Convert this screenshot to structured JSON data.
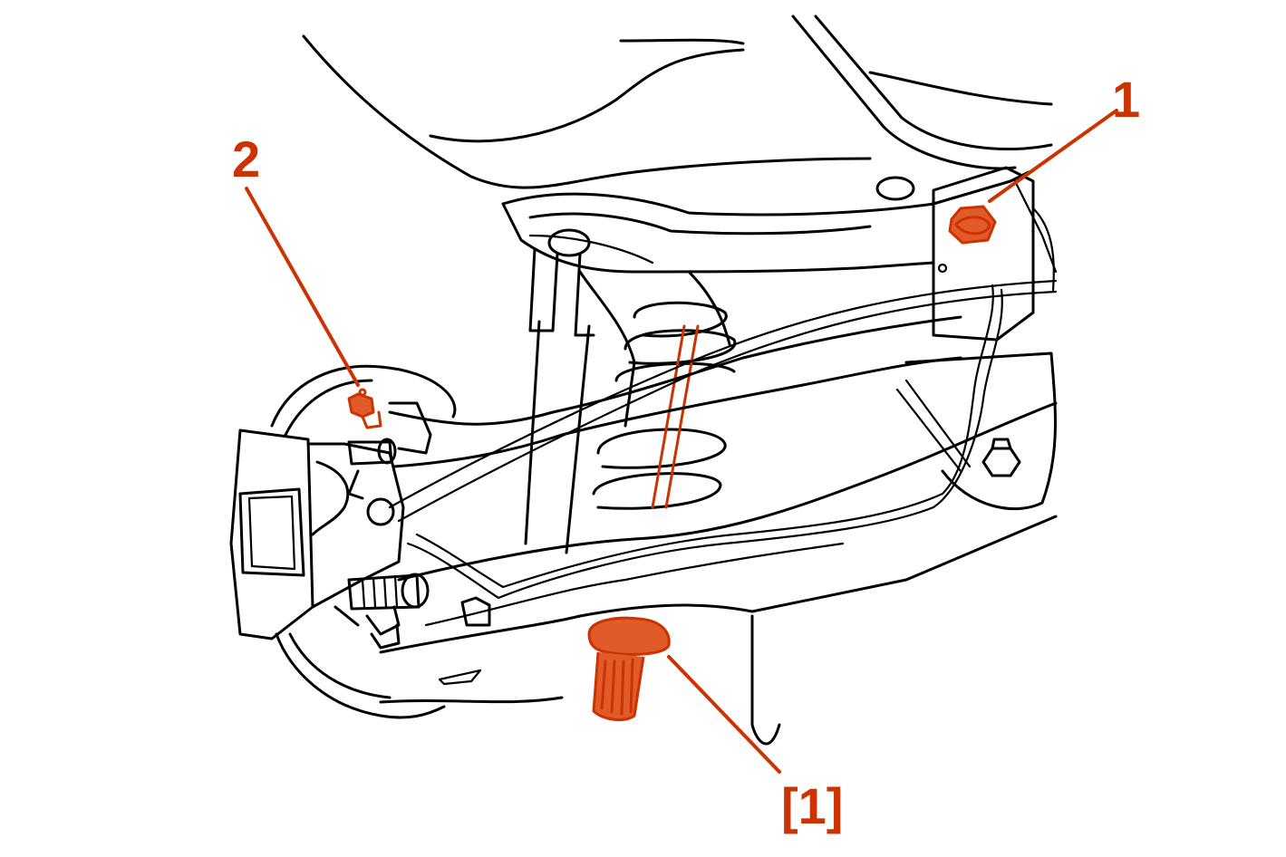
{
  "callouts": {
    "bolt_1": "1",
    "fitting_2": "2",
    "tool_ref": "[1]"
  },
  "colors": {
    "highlight": "#cc3300",
    "line_art": "#000000",
    "background": "#ffffff"
  }
}
